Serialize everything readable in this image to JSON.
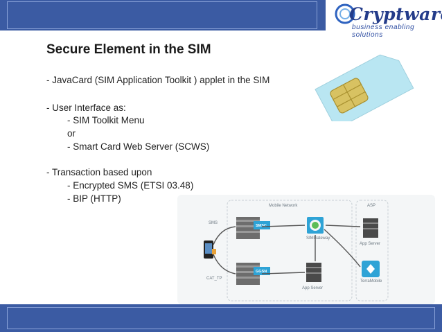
{
  "logo": {
    "name": "Cryptware",
    "tagline": "business enabling solutions"
  },
  "slide": {
    "title": "Secure Element in the SIM",
    "lines": [
      "- JavaCard (SIM Application Toolkit ) applet in the SIM",
      "- User Interface as:",
      "- SIM Toolkit Menu",
      "or",
      "- Smart Card Web Server (SCWS)",
      "- Transaction based upon",
      "- Encrypted SMS (ETSI 03.48)",
      "- BIP (HTTP)"
    ]
  },
  "diagram": {
    "mobile_network_label": "Mobile Network",
    "asp_label": "ASP",
    "sms_label": "SMS",
    "cat_tp_label": "CAT_TP",
    "smsc_label": "SMSC",
    "ggsn_label": "GGSN",
    "gateway_label": "SIMGateway",
    "app_server_label": "App Server",
    "app_server_mobile_label": "App Server",
    "terra_label": "TerraMobile"
  },
  "colors": {
    "bar": "#3b5ba3",
    "accent": "#2ea3d6"
  }
}
